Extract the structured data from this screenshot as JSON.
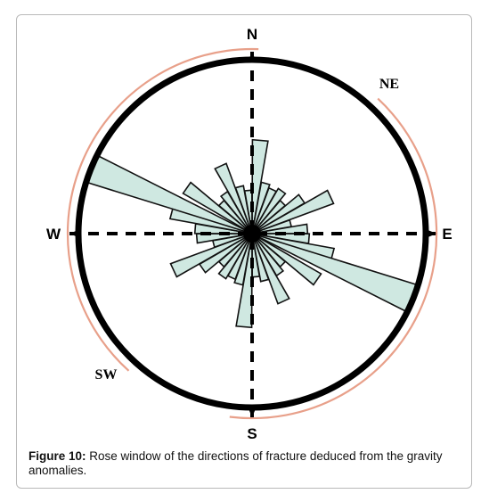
{
  "chart_data": {
    "type": "rose",
    "title": "",
    "compass_labels": {
      "north": "N",
      "south": "S",
      "east": "E",
      "west": "W"
    },
    "sector_labels": {
      "northeast": "NE",
      "southwest": "SW"
    },
    "petals": [
      {
        "azimuth": 5,
        "length": 0.54
      },
      {
        "azimuth": 15,
        "length": 0.3
      },
      {
        "azimuth": 25,
        "length": 0.28
      },
      {
        "azimuth": 35,
        "length": 0.3
      },
      {
        "azimuth": 45,
        "length": 0.25
      },
      {
        "azimuth": 55,
        "length": 0.35
      },
      {
        "azimuth": 65,
        "length": 0.5
      },
      {
        "azimuth": 75,
        "length": 0.23
      },
      {
        "azimuth": 85,
        "length": 0.32
      },
      {
        "azimuth": 95,
        "length": 0.33
      },
      {
        "azimuth": 105,
        "length": 0.48
      },
      {
        "azimuth": 112,
        "length": 1.0
      },
      {
        "azimuth": 125,
        "length": 0.46
      },
      {
        "azimuth": 135,
        "length": 0.25
      },
      {
        "azimuth": 145,
        "length": 0.28
      },
      {
        "azimuth": 155,
        "length": 0.43
      },
      {
        "azimuth": 165,
        "length": 0.28
      },
      {
        "azimuth": 175,
        "length": 0.25
      },
      {
        "azimuth": 185,
        "length": 0.54
      },
      {
        "azimuth": 195,
        "length": 0.3
      },
      {
        "azimuth": 205,
        "length": 0.28
      },
      {
        "azimuth": 215,
        "length": 0.3
      },
      {
        "azimuth": 225,
        "length": 0.25
      },
      {
        "azimuth": 235,
        "length": 0.35
      },
      {
        "azimuth": 245,
        "length": 0.5
      },
      {
        "azimuth": 255,
        "length": 0.23
      },
      {
        "azimuth": 265,
        "length": 0.32
      },
      {
        "azimuth": 275,
        "length": 0.33
      },
      {
        "azimuth": 285,
        "length": 0.48
      },
      {
        "azimuth": 292,
        "length": 1.0
      },
      {
        "azimuth": 305,
        "length": 0.46
      },
      {
        "azimuth": 315,
        "length": 0.25
      },
      {
        "azimuth": 325,
        "length": 0.28
      },
      {
        "azimuth": 335,
        "length": 0.43
      },
      {
        "azimuth": 345,
        "length": 0.28
      },
      {
        "azimuth": 355,
        "length": 0.25
      }
    ],
    "colors": {
      "petal_fill": "#cfe8e1",
      "petal_stroke": "#111111",
      "circle": "#000000",
      "outer_arc": "#e8a08a"
    }
  },
  "caption": {
    "label": "Figure 10:",
    "text": " Rose window of the directions of fracture deduced from the gravity anomalies."
  }
}
